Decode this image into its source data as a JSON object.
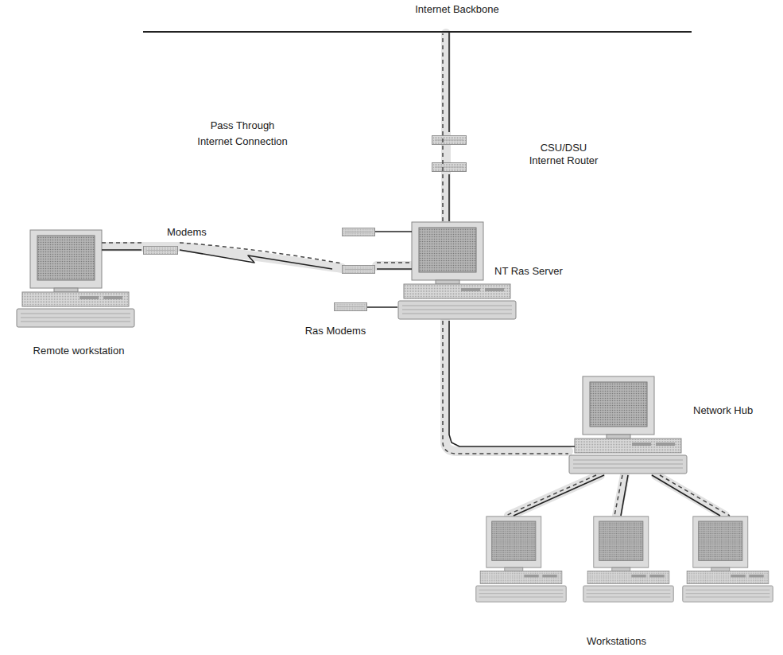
{
  "diagram": {
    "nodes": [
      {
        "text": [
          "Internet Backbone"
        ]
      },
      {
        "text": [
          "CSU/DSU Internet Router"
        ]
      },
      {
        "text": [
          "Remote workstation"
        ]
      },
      {
        "text": [
          "Modems"
        ]
      },
      {
        "text": [
          "NT Ras Server"
        ]
      },
      {
        "text": [
          "Ras Modems"
        ]
      },
      {
        "text": [
          "Network Hub"
        ]
      },
      {
        "text": [
          "Workstations"
        ]
      }
    ],
    "edges": [
      {
        "from": 0,
        "to": 1,
        "arrow": "none"
      },
      {
        "from": 1,
        "to": 4,
        "arrow": "none"
      },
      {
        "from": 2,
        "to": 3,
        "arrow": "none"
      },
      {
        "from": 3,
        "to": 5,
        "arrow": "none"
      },
      {
        "from": 5,
        "to": 4,
        "arrow": "none"
      },
      {
        "from": 4,
        "to": 6,
        "arrow": "none"
      },
      {
        "from": 6,
        "to": 7,
        "arrow": "none"
      },
      {
        "from": 6,
        "to": 7,
        "arrow": "none"
      },
      {
        "from": 6,
        "to": 7,
        "arrow": "none"
      }
    ],
    "labels": [
      "Pass Through Internet Connection"
    ]
  }
}
